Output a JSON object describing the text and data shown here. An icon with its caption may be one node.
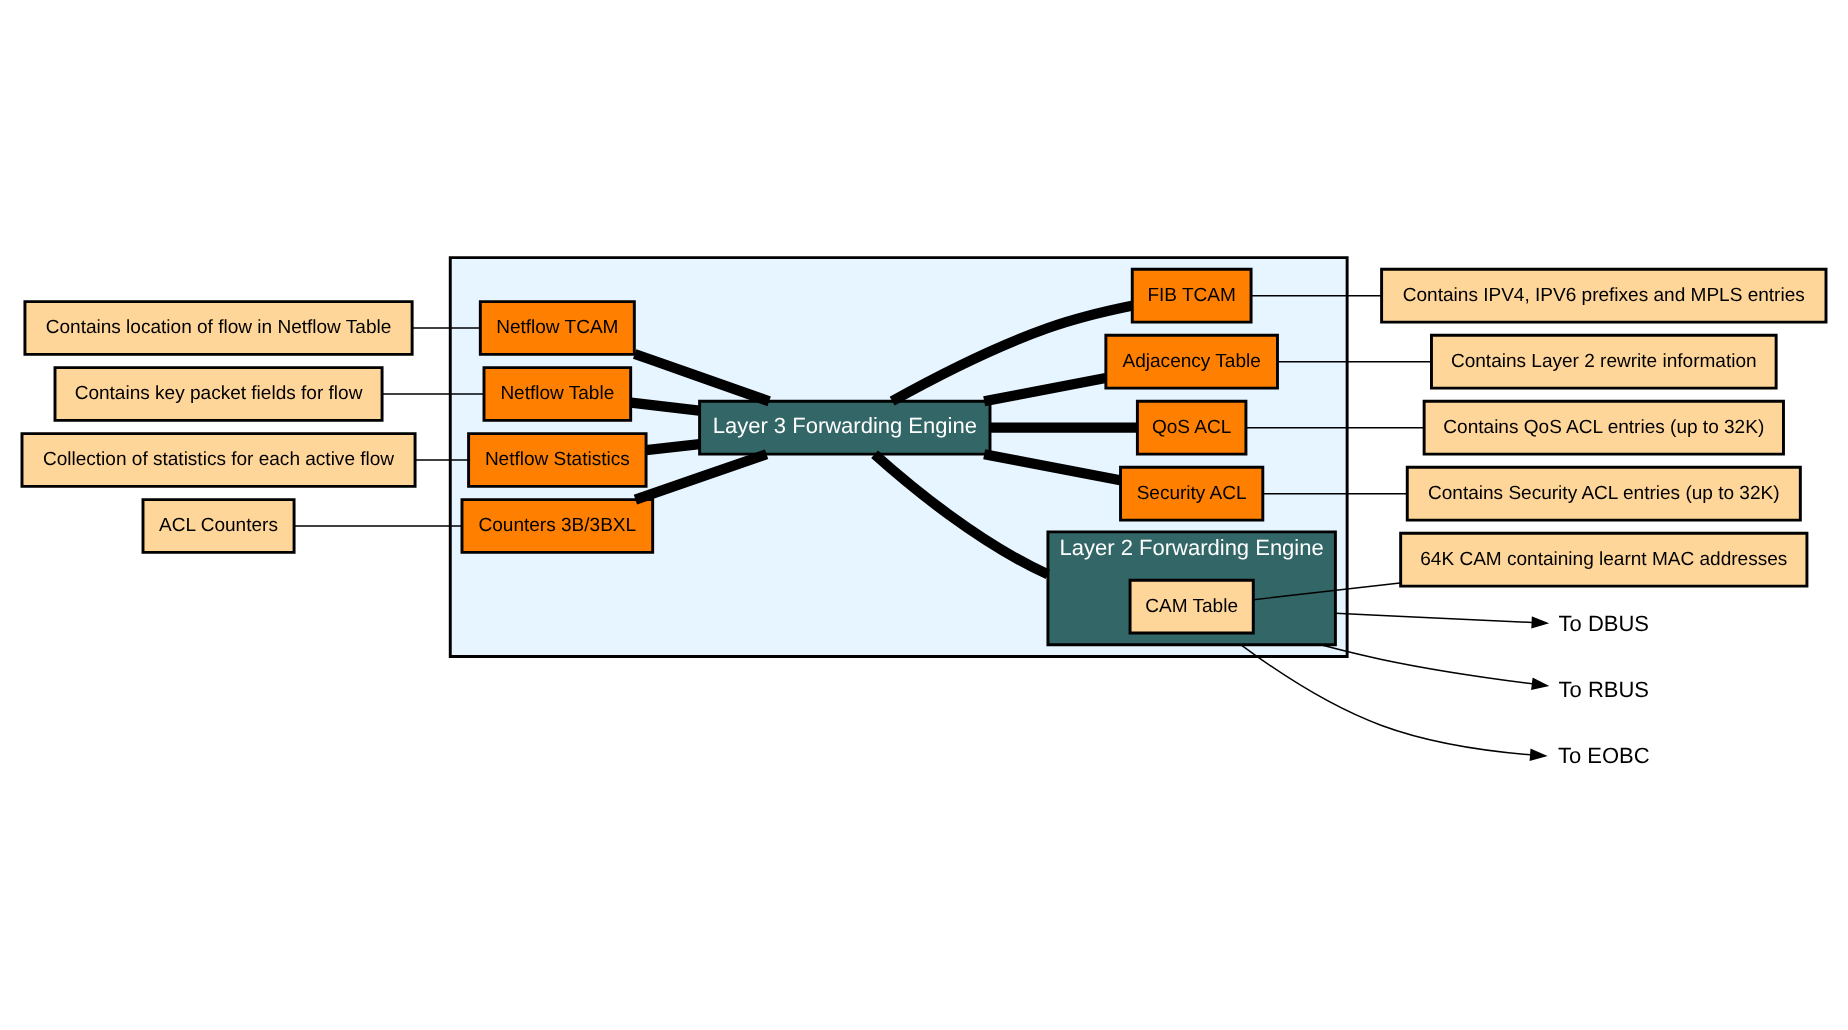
{
  "diagram": {
    "nodes": [
      {
        "text": [
          "Contains location of flow in Netflow Table"
        ]
      },
      {
        "text": [
          "Contains key packet fields for flow"
        ]
      },
      {
        "text": [
          "Collection of statistics for each active flow"
        ]
      },
      {
        "text": [
          "ACL Counters"
        ]
      },
      {
        "text": [],
        "shape": "box"
      },
      {
        "text": [
          "Netflow TCAM"
        ],
        "in": 4
      },
      {
        "text": [
          "Netflow Table"
        ],
        "in": 4
      },
      {
        "text": [
          "Netflow Statistics"
        ],
        "in": 4
      },
      {
        "text": [
          "Counters 3B/3BXL"
        ],
        "in": 4
      },
      {
        "text": [
          "Layer 3 Forwarding Engine"
        ],
        "in": 4
      },
      {
        "text": [
          "FIB TCAM"
        ],
        "in": 4
      },
      {
        "text": [
          "Adjacency Table"
        ],
        "in": 4
      },
      {
        "text": [
          "QoS ACL"
        ],
        "in": 4
      },
      {
        "text": [
          "Security ACL"
        ],
        "in": 4
      },
      {
        "text": [
          "Layer 2 Forwarding Engine"
        ],
        "in": 4
      },
      {
        "text": [
          "CAM Table"
        ],
        "in": 14
      },
      {
        "text": [
          "Contains IPV4, IPV6 prefixes and MPLS entries"
        ]
      },
      {
        "text": [
          "Contains Layer 2 rewrite information"
        ]
      },
      {
        "text": [
          "Contains QoS ACL entries (up to 32K)"
        ]
      },
      {
        "text": [
          "Contains Security ACL entries (up to 32K)"
        ]
      },
      {
        "text": [
          "64K CAM containing learnt MAC addresses"
        ]
      },
      {
        "text": [
          "To DBUS"
        ]
      },
      {
        "text": [
          "To RBUS"
        ]
      },
      {
        "text": [
          "To EOBC"
        ]
      }
    ],
    "edges": [
      {
        "from": 0,
        "to": 5,
        "arrow": "none"
      },
      {
        "from": 1,
        "to": 6,
        "arrow": "none"
      },
      {
        "from": 2,
        "to": 7,
        "arrow": "none"
      },
      {
        "from": 3,
        "to": 8,
        "arrow": "none"
      },
      {
        "from": 16,
        "to": 10,
        "arrow": "none"
      },
      {
        "from": 17,
        "to": 11,
        "arrow": "none"
      },
      {
        "from": 18,
        "to": 12,
        "arrow": "none"
      },
      {
        "from": 19,
        "to": 13,
        "arrow": "none"
      },
      {
        "from": 20,
        "to": 15,
        "arrow": "none"
      },
      {
        "from": 5,
        "to": 9,
        "arrow": "none",
        "style": "thick"
      },
      {
        "from": 6,
        "to": 9,
        "arrow": "none",
        "style": "thick"
      },
      {
        "from": 7,
        "to": 9,
        "arrow": "none",
        "style": "thick"
      },
      {
        "from": 8,
        "to": 9,
        "arrow": "none",
        "style": "thick"
      },
      {
        "from": 9,
        "to": 10,
        "arrow": "none",
        "style": "thick"
      },
      {
        "from": 9,
        "to": 11,
        "arrow": "none",
        "style": "thick"
      },
      {
        "from": 9,
        "to": 12,
        "arrow": "none",
        "style": "thick"
      },
      {
        "from": 9,
        "to": 13,
        "arrow": "none",
        "style": "thick"
      },
      {
        "from": 9,
        "to": 14,
        "arrow": "none",
        "style": "thick"
      },
      {
        "from": 14,
        "to": 21,
        "arrow": "to"
      },
      {
        "from": 14,
        "to": 22,
        "arrow": "to"
      },
      {
        "from": 14,
        "to": 23,
        "arrow": "to"
      }
    ]
  }
}
